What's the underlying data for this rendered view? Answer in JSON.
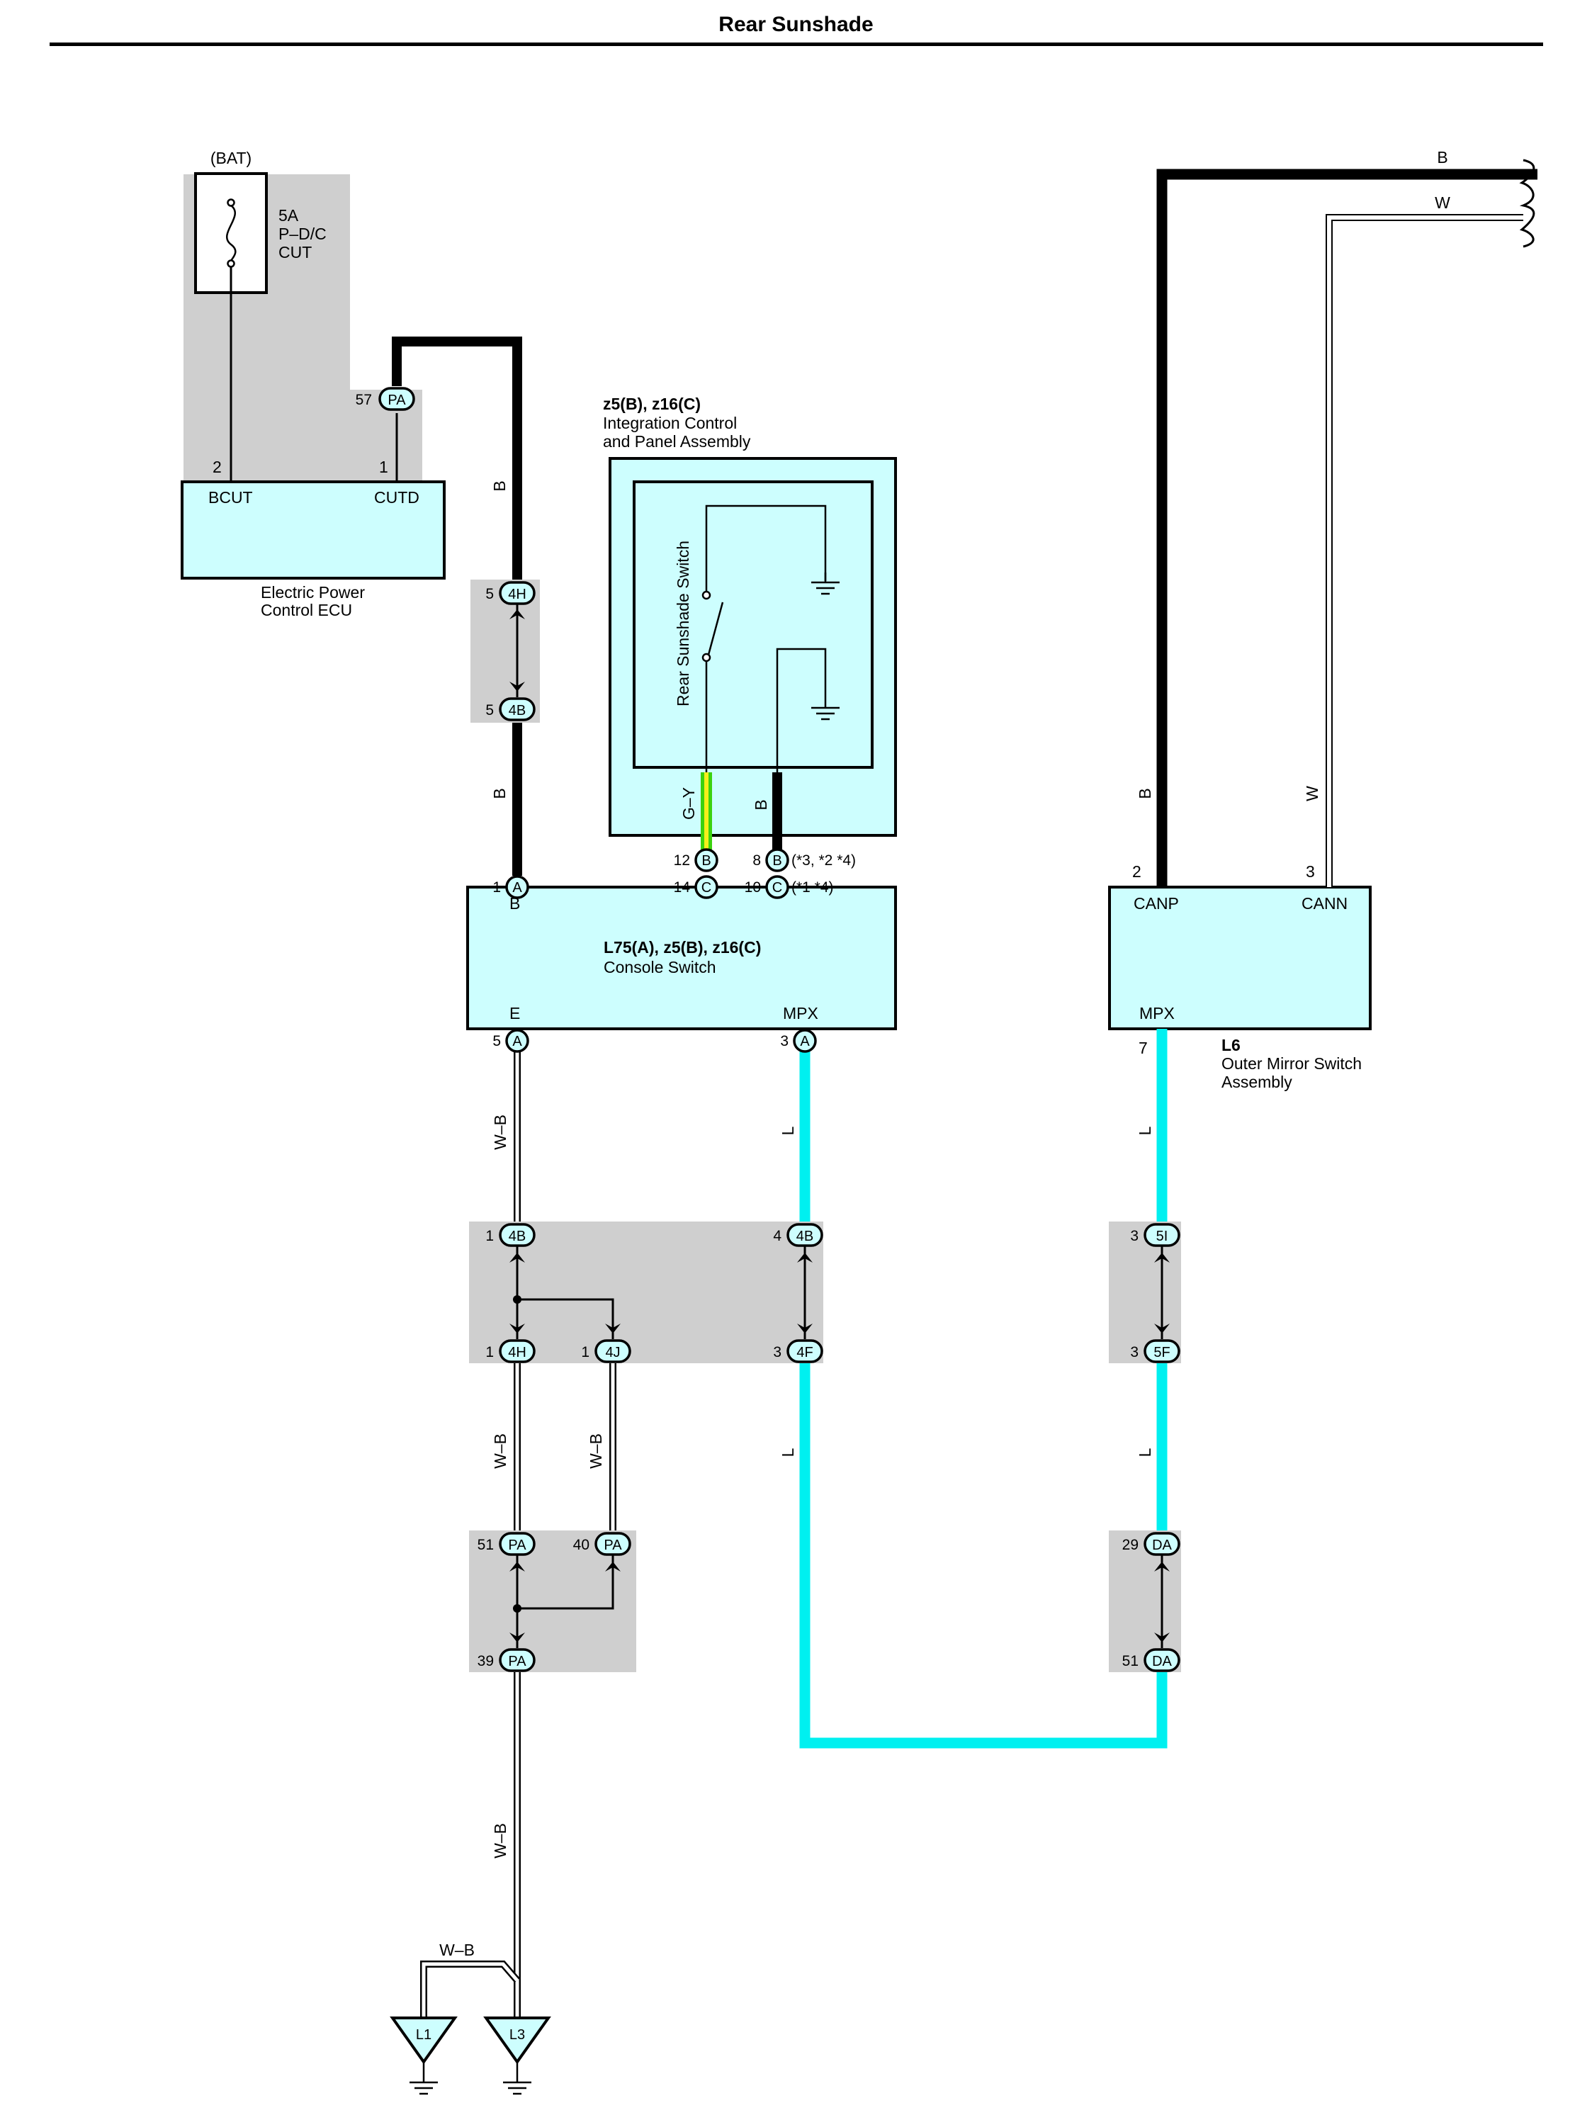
{
  "title": "Rear Sunshade",
  "colors": {
    "wire_black": "#000000",
    "wire_blue": "#00f0f0",
    "wire_green": "#3bd20f",
    "wire_yellow": "#f5ef1a",
    "component_fill": "#cdfefe",
    "junction_fill": "#cfcfcf"
  },
  "fuse": {
    "source": "(BAT)",
    "rating": "5A",
    "name_line1": "P–D/C",
    "name_line2": "CUT"
  },
  "ecu": {
    "name_line1": "Electric Power",
    "name_line2": "Control ECU",
    "pin_left_num": "2",
    "pin_left_label": "BCUT",
    "pin_right_num": "1",
    "pin_right_label": "CUTD",
    "connector_pin": "57",
    "connector": "PA"
  },
  "integration_panel": {
    "code": "z5(B), z16(C)",
    "name_line1": "Integration Control",
    "name_line2": "and Panel Assembly",
    "switch_label": "Rear Sunshade Switch"
  },
  "console_switch": {
    "code": "L75(A), z5(B), z16(C)",
    "name": "Console Switch",
    "terminal_top": "B",
    "terminal_e": "E",
    "terminal_mpx": "MPX",
    "pin_top_left": "1",
    "pin_top_left_conn": "A",
    "pin_12": "12",
    "pin_12_conn": "B",
    "pin_14": "14",
    "pin_14_conn": "C",
    "pin_8": "8",
    "pin_8_conn": "B",
    "pin_8_note": "(*3,  *2 *4)",
    "pin_10": "10",
    "pin_10_conn": "C",
    "pin_10_note": "(*1 *4)",
    "pin_e": "5",
    "pin_e_conn": "A",
    "pin_mpx": "3",
    "pin_mpx_conn": "A"
  },
  "outer_mirror": {
    "code": "L6",
    "name_line1": "Outer Mirror Switch",
    "name_line2": "Assembly",
    "canp": "CANP",
    "cann": "CANN",
    "mpx": "MPX",
    "pin_canp": "2",
    "pin_cann": "3",
    "pin_mpx": "7"
  },
  "wires": {
    "b": "B",
    "w": "W",
    "wb": "W–B",
    "l": "L",
    "gy": "G–Y"
  },
  "connectors": [
    {
      "pin": "5",
      "id": "4H"
    },
    {
      "pin": "5",
      "id": "4B"
    },
    {
      "pin": "1",
      "id": "4B"
    },
    {
      "pin": "4",
      "id": "4B"
    },
    {
      "pin": "1",
      "id": "4H"
    },
    {
      "pin": "1",
      "id": "4J"
    },
    {
      "pin": "3",
      "id": "4F"
    },
    {
      "pin": "3",
      "id": "5I"
    },
    {
      "pin": "3",
      "id": "5F"
    },
    {
      "pin": "51",
      "id": "PA"
    },
    {
      "pin": "40",
      "id": "PA"
    },
    {
      "pin": "39",
      "id": "PA"
    },
    {
      "pin": "29",
      "id": "DA"
    },
    {
      "pin": "51",
      "id": "DA"
    }
  ],
  "grounds": [
    "L1",
    "L3"
  ]
}
